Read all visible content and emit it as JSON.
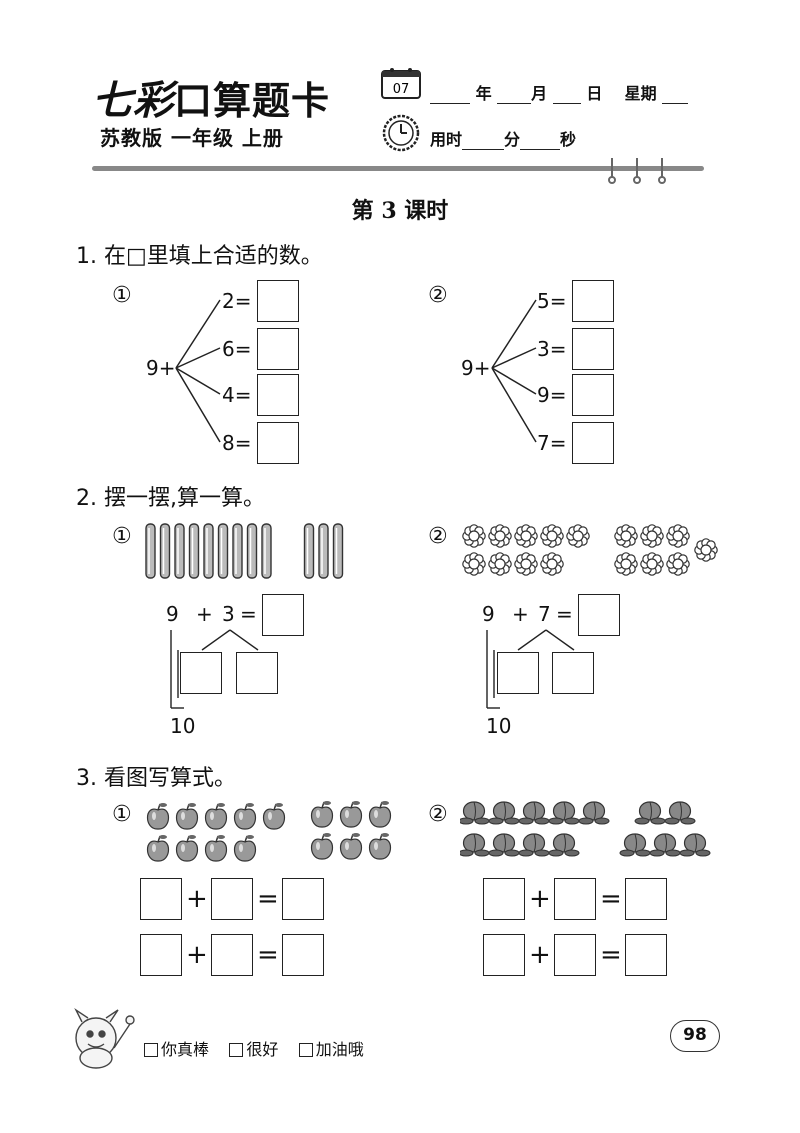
{
  "header": {
    "logo_part1": "七彩",
    "logo_part2": "口算题卡",
    "edition": "苏教版  一年级  上册",
    "calendar_number": "07",
    "year_label": "年",
    "month_label": "月",
    "day_label": "日",
    "weekday_label": "星期",
    "time_used_label": "用时",
    "minutes_label": "分",
    "seconds_label": "秒"
  },
  "lesson_title": "第 3 课时",
  "q1": {
    "title": "1. 在□里填上合适的数。",
    "part1": {
      "marker": "①",
      "base": "9+",
      "addends": [
        "2=",
        "6=",
        "4=",
        "8="
      ]
    },
    "part2": {
      "marker": "②",
      "base": "9+",
      "addends": [
        "5=",
        "3=",
        "9=",
        "7="
      ]
    }
  },
  "q2": {
    "title": "2. 摆一摆,算一算。",
    "part1": {
      "marker": "①",
      "a": "9",
      "plus": "+",
      "b": "3",
      "eq": "=",
      "ten": "10",
      "stick_groups": [
        9,
        3
      ]
    },
    "part2": {
      "marker": "②",
      "a": "9",
      "plus": "+",
      "b": "7",
      "eq": "=",
      "ten": "10",
      "flower_groups": [
        9,
        7
      ]
    }
  },
  "q3": {
    "title": "3. 看图写算式。",
    "part1": {
      "marker": "①",
      "plus": "+",
      "eq": "=",
      "apple_groups": [
        9,
        6
      ]
    },
    "part2": {
      "marker": "②",
      "plus": "+",
      "eq": "=",
      "peach_groups": [
        9,
        5
      ]
    }
  },
  "footer": {
    "rating_options": [
      "你真棒",
      "很好",
      "加油哦"
    ],
    "page_number": "98"
  }
}
